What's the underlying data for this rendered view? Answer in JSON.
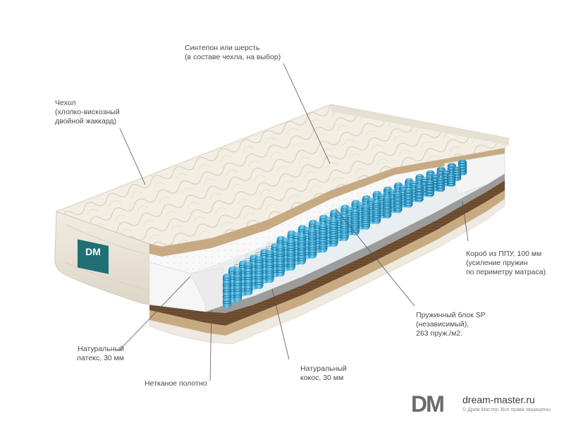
{
  "labels": {
    "cover_fill": [
      "Синтепон или шерсть",
      "(в составе чехла, на выбор)"
    ],
    "cover": [
      "Чехол",
      "(хлопко-вискозный",
      "двойной жаккард)"
    ],
    "ppu_box": [
      "Короб из ППУ, 100 мм",
      "(усиление пружин",
      "по периметру матраса)"
    ],
    "spring_block": [
      "Пружинный блок SP",
      "(независимый),",
      "263 пруж./м2."
    ],
    "latex": [
      "Натуральный",
      "латекс, 30 мм"
    ],
    "coconut": [
      "Натуральный",
      "кокос, 30 мм"
    ],
    "nonwoven": [
      "Нетканое полотно"
    ]
  },
  "brand": {
    "mark": "DM",
    "site": "dream-master.ru",
    "copyright": "© Дрим Мастер. Все права защищены."
  },
  "colors": {
    "spring": "#3ba9d6",
    "coconut": "#6b4a30",
    "felt": "#c9ab82",
    "jacquard": "#f2ede2",
    "latex": "#f7f7f7",
    "nonwoven": "#9a9a9a",
    "leader_line": "#555555"
  }
}
